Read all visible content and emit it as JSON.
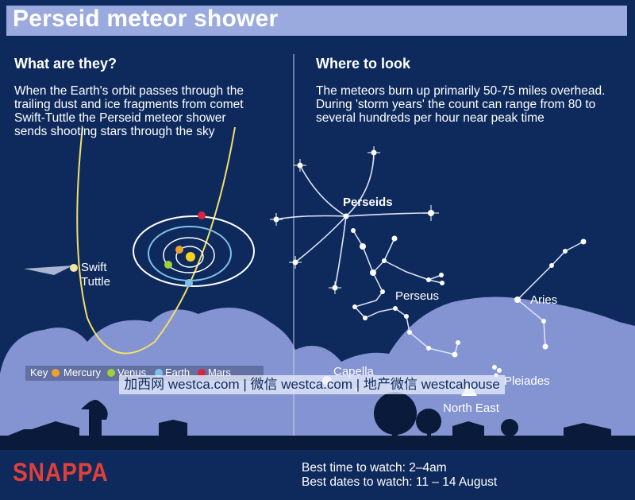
{
  "header": {
    "title": "Perseid meteor shower"
  },
  "left": {
    "heading": "What are they?",
    "body_lines": [
      "When the Earth's orbit passes through the",
      "trailing dust and ice fragments from comet",
      "Swift-Tuttle the Perseid meteor shower",
      "sends shooting stars through the sky"
    ],
    "comet_label_1": "Swift",
    "comet_label_2": "Tuttle",
    "key": {
      "label": "Key",
      "items": [
        {
          "name": "Mercury",
          "color": "#f0a030"
        },
        {
          "name": "Venus",
          "color": "#9fd037"
        },
        {
          "name": "Earth",
          "color": "#7ec0ea"
        },
        {
          "name": "Mars",
          "color": "#d8243c"
        }
      ]
    }
  },
  "right": {
    "heading": "Where to look",
    "body_lines": [
      "The meteors burn up primarily 50-75 miles overhead.",
      "During 'storm years' the count can range from 80 to",
      "several hundreds per hour near peak time"
    ],
    "labels": {
      "radiant": "Perseids",
      "perseus": "Perseus",
      "aries": "Aries",
      "capella": "Capella",
      "pleiades": "Pleiades",
      "direction": "North East"
    }
  },
  "watermark": "加西网 westca.com | 微信 westca.com | 地产微信 westcahouse",
  "footer": {
    "brand": "SNAPPA",
    "best_time": "Best time to watch: 2–4am",
    "best_dates": "Best dates to watch: 11 – 14 August"
  },
  "colors": {
    "background": "#0e2a5c",
    "title_bar": "#9aaade",
    "hills": "#8494d2",
    "orbit_comet": "#f4e066",
    "brand": "#e0403a"
  }
}
